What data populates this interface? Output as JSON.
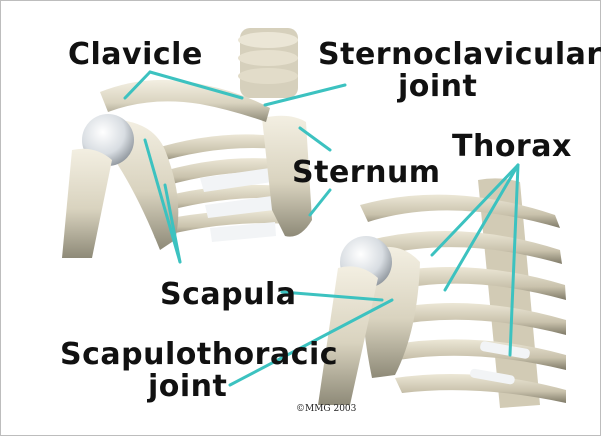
{
  "labels": {
    "clavicle": "Clavicle",
    "sternoclavicular_line1": "Sternoclavicular",
    "sternoclavicular_line2": "joint",
    "sternum": "Sternum",
    "thorax": "Thorax",
    "scapula": "Scapula",
    "scapulothoracic_line1": "Scapulothoracic",
    "scapulothoracic_line2": "joint"
  },
  "copyright": "©MMG 2003",
  "colors": {
    "bone": "#e6e1d0",
    "bone_shadow": "#9f9a86",
    "cartilage": "#f4f6f8",
    "leader_line": "#3cc2c0",
    "text": "#111111"
  }
}
